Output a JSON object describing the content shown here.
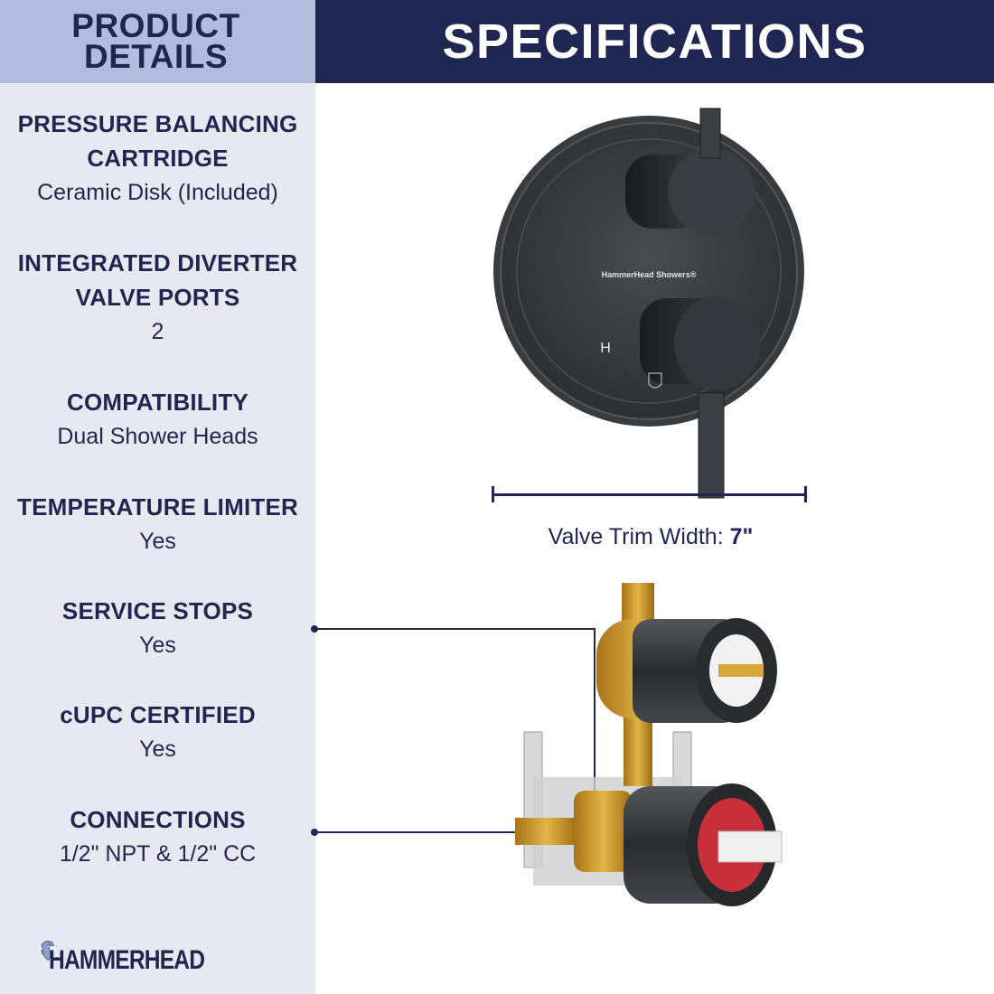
{
  "header": {
    "left_title_line1": "PRODUCT",
    "left_title_line2": "DETAILS",
    "right_title": "SPECIFICATIONS"
  },
  "specs": [
    {
      "label_line1": "PRESSURE BALANCING",
      "label_line2": "CARTRIDGE",
      "value": "Ceramic Disk (Included)"
    },
    {
      "label_line1": "INTEGRATED DIVERTER",
      "label_line2": "VALVE PORTS",
      "value": "2"
    },
    {
      "label_line1": "COMPATIBILITY",
      "value": "Dual Shower Heads"
    },
    {
      "label_line1": "TEMPERATURE LIMITER",
      "value": "Yes"
    },
    {
      "label_line1": "SERVICE STOPS",
      "value": "Yes"
    },
    {
      "label_line1": "cUPC CERTIFIED",
      "value": "Yes"
    },
    {
      "label_line1": "CONNECTIONS",
      "value": "1/2\" NPT & 1/2\" CC"
    }
  ],
  "brand": {
    "logo_text": "HAMMERHEAD",
    "faceplate_text": "HammerHead Showers®",
    "hot_marker": "H"
  },
  "dimension": {
    "caption_label": "Valve Trim Width:",
    "caption_value": "7\""
  },
  "colors": {
    "navy": "#1f2651",
    "header_light": "#b1bcdf",
    "sidebar_bg": "#e8e9f0",
    "brass": "#c9962e",
    "matte_black": "#2e2f33"
  }
}
